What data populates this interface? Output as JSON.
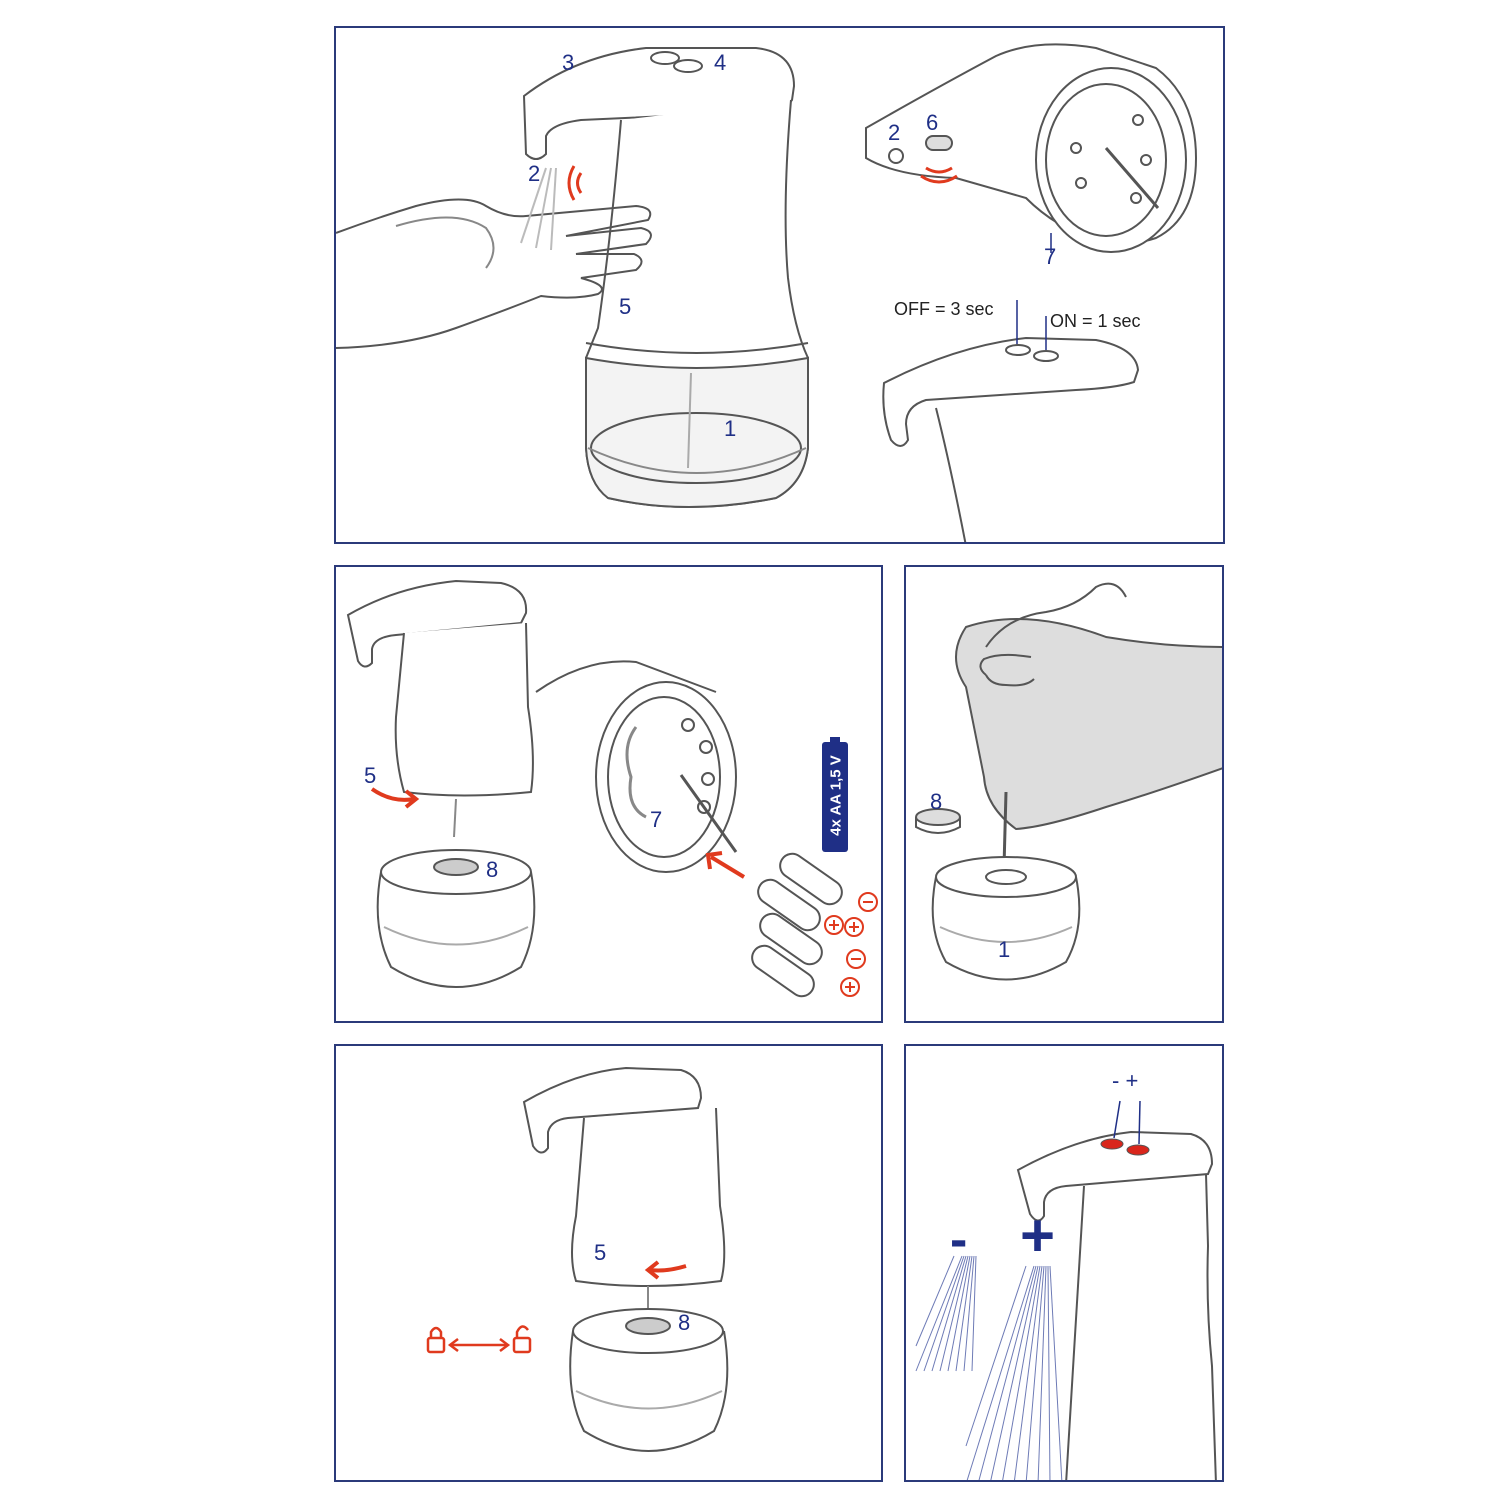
{
  "panel1": {
    "callouts": {
      "c1": "1",
      "c2a": "2",
      "c3": "3",
      "c4": "4",
      "c5": "5",
      "c2b": "2",
      "c6": "6",
      "c7": "7"
    },
    "off_text": "OFF = 3 sec",
    "on_text": "ON = 1 sec"
  },
  "panel2": {
    "callouts": {
      "c5": "5",
      "c7": "7",
      "c8": "8"
    },
    "battery_text": "4x AA 1,5 V"
  },
  "panel3": {
    "callouts": {
      "c8": "8",
      "c1": "1"
    }
  },
  "panel4": {
    "callouts": {
      "c5": "5",
      "c8": "8"
    }
  },
  "panel5": {
    "top_labels": "- +",
    "minus": "-",
    "plus": "+"
  },
  "colors": {
    "frame": "#2b3a7a",
    "label": "#1f2f86",
    "accent": "#e03a1e",
    "button_red": "#d9261c"
  }
}
